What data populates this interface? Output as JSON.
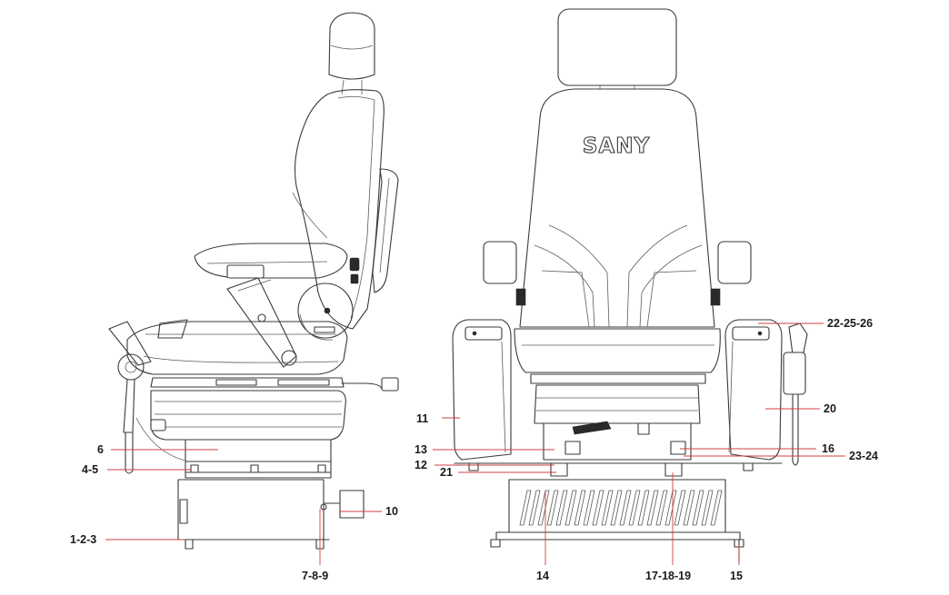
{
  "diagram": {
    "logo_text": "SANY",
    "callouts": {
      "c_1_2_3": "1-2-3",
      "c_4_5": "4-5",
      "c_6": "6",
      "c_7_8_9": "7-8-9",
      "c_10": "10",
      "c_11": "11",
      "c_12": "12",
      "c_13": "13",
      "c_14": "14",
      "c_15": "15",
      "c_16": "16",
      "c_17_18_19": "17-18-19",
      "c_20": "20",
      "c_21": "21",
      "c_22_25_26": "22-25-26",
      "c_23_24": "23-24"
    }
  }
}
